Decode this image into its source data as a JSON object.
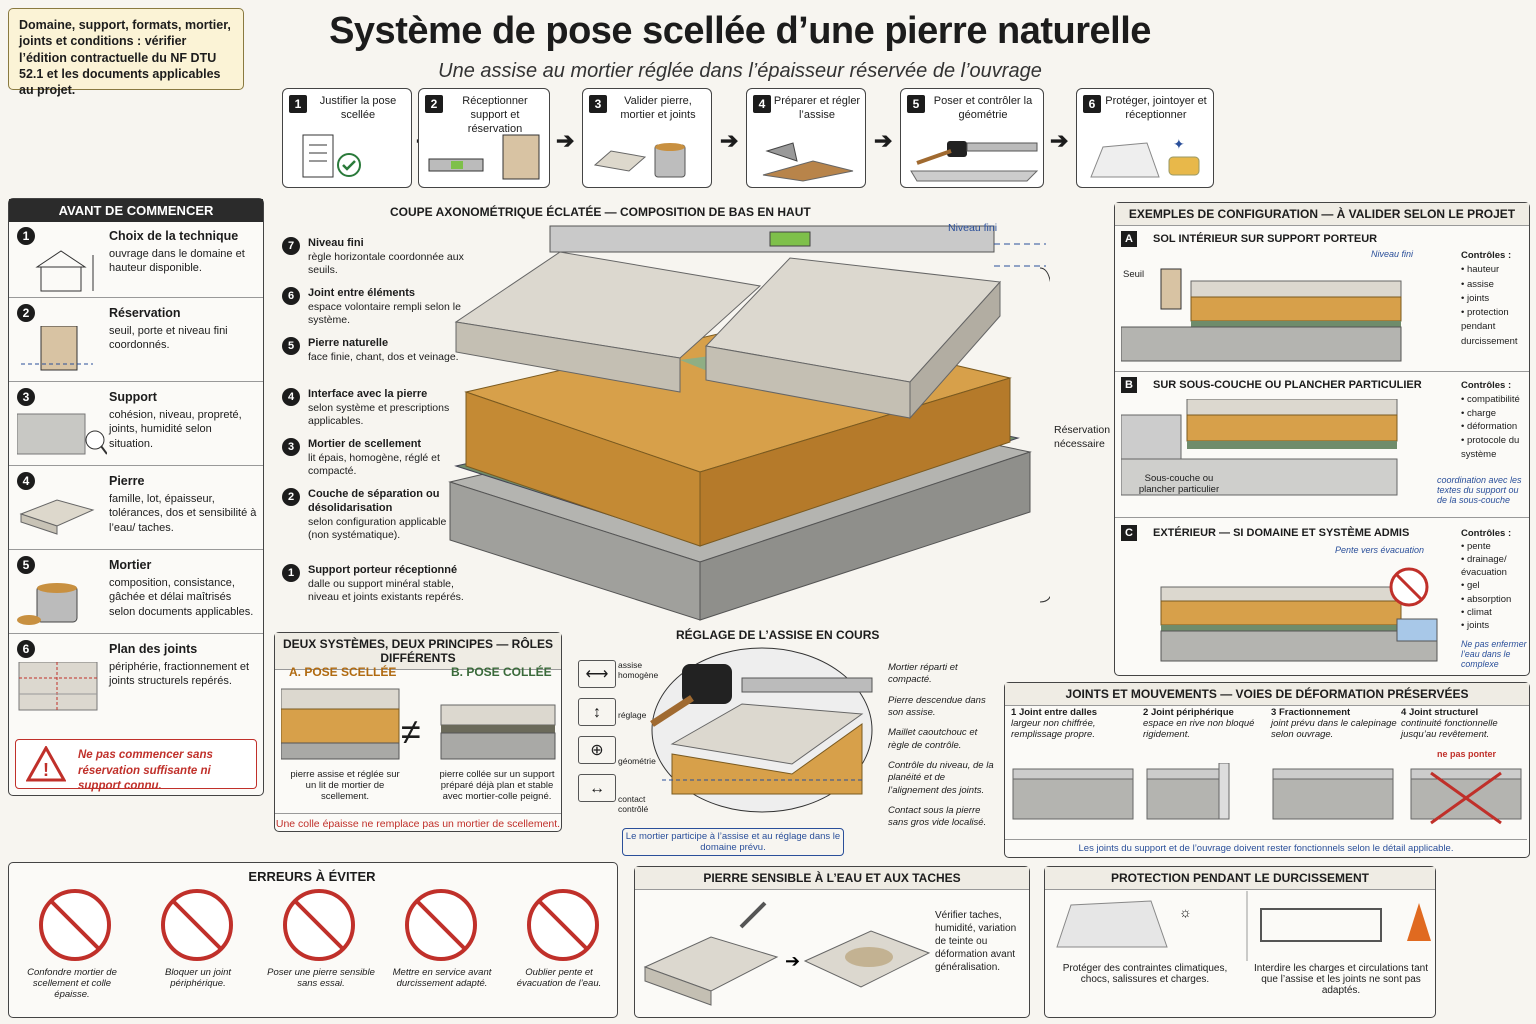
{
  "note": "Domaine, support, formats, mortier, joints et conditions : vérifier l’édition contractuelle du NF DTU 52.1 et les documents applicables au projet.",
  "title": "Système de pose scellée d’une pierre naturelle",
  "subtitle": "Une assise au mortier réglée dans l’épaisseur réservée de l’ouvrage",
  "steps": [
    {
      "n": "1",
      "label": "Justifier la pose scellée"
    },
    {
      "n": "2",
      "label": "Réceptionner support et réservation"
    },
    {
      "n": "3",
      "label": "Valider pierre, mortier et joints"
    },
    {
      "n": "4",
      "label": "Préparer et régler l’assise"
    },
    {
      "n": "5",
      "label": "Poser et contrôler la géométrie"
    },
    {
      "n": "6",
      "label": "Protéger, jointoyer et réceptionner"
    }
  ],
  "before": {
    "title": "AVANT DE COMMENCER",
    "items": [
      {
        "n": "1",
        "h": "Choix de la technique",
        "d": "ouvrage dans le domaine et hauteur disponible."
      },
      {
        "n": "2",
        "h": "Réservation",
        "d": "seuil, porte et niveau fini coordonnés."
      },
      {
        "n": "3",
        "h": "Support",
        "d": "cohésion, niveau, propreté, joints, humidité selon situation."
      },
      {
        "n": "4",
        "h": "Pierre",
        "d": "famille, lot, épaisseur, tolérances, dos et sensibilité à l’eau/ taches."
      },
      {
        "n": "5",
        "h": "Mortier",
        "d": "composition, consistance, gâchée et délai maîtrisés selon documents applicables."
      },
      {
        "n": "6",
        "h": "Plan des joints",
        "d": "périphérie, fractionnement et joints structurels repérés."
      }
    ],
    "warning": "Ne pas commencer sans réservation suffisante ni support connu."
  },
  "section": {
    "title": "COUPE AXONOMÉTRIQUE ÉCLATÉE — COMPOSITION DE BAS EN HAUT",
    "niveau": "Niveau fini",
    "reservation": "Réservation nécessaire",
    "layers": [
      {
        "n": "7",
        "h": "Niveau fini",
        "d": "règle horizontale coordonnée aux seuils."
      },
      {
        "n": "6",
        "h": "Joint entre éléments",
        "d": "espace volontaire rempli selon le système."
      },
      {
        "n": "5",
        "h": "Pierre naturelle",
        "d": "face finie, chant, dos et veinage."
      },
      {
        "n": "4",
        "h": "Interface avec la pierre",
        "d": "selon système et prescriptions applicables."
      },
      {
        "n": "3",
        "h": "Mortier de scellement",
        "d": "lit épais, homogène, réglé et compacté."
      },
      {
        "n": "2",
        "h": "Couche de séparation ou désolidarisation",
        "d": "selon configuration applicable (non systématique)."
      },
      {
        "n": "1",
        "h": "Support porteur réceptionné",
        "d": "dalle ou support minéral stable, niveau et joints existants repérés."
      }
    ]
  },
  "systems": {
    "title": "DEUX SYSTÈMES, DEUX PRINCIPES — RÔLES DIFFÉRENTS",
    "a": "A. POSE SCELLÉE",
    "b": "B. POSE COLLÉE",
    "neq": "≠",
    "a_desc": "pierre assise et réglée sur un lit de mortier de scellement.",
    "b_desc": "pierre collée sur un support préparé déjà plan et stable avec mortier-colle peigné.",
    "footer": "Une colle épaisse ne remplace pas un mortier de scellement."
  },
  "adjust": {
    "title": "RÉGLAGE DE L’ASSISE EN COURS",
    "icons": [
      "assise homogène",
      "réglage",
      "géométrie",
      "contact contrôlé"
    ],
    "notes": [
      "Mortier réparti et compacté.",
      "Pierre descendue dans son assise.",
      "Maillet caoutchouc et règle de contrôle.",
      "Contrôle du niveau, de la planéité et de l’alignement des joints.",
      "Contact sous la pierre sans gros vide localisé."
    ],
    "caption": "Le mortier participe à l’assise et au réglage dans le domaine prévu."
  },
  "configs": {
    "title": "EXEMPLES DE CONFIGURATION — À VALIDER SELON LE PROJET",
    "a": {
      "letter": "A",
      "title": "SOL INTÉRIEUR SUR SUPPORT PORTEUR",
      "seuil": "Seuil",
      "niveau": "Niveau fini",
      "ctrl_title": "Contrôles :",
      "ctrl": [
        "hauteur",
        "assise",
        "joints",
        "protection pendant durcissement"
      ]
    },
    "b": {
      "letter": "B",
      "title": "SUR SOUS-COUCHE OU PLANCHER PARTICULIER",
      "sub": "Sous-couche ou plancher particulier",
      "ctrl_title": "Contrôles :",
      "ctrl": [
        "compatibilité",
        "charge",
        "déformation",
        "protocole du système"
      ],
      "coord": "coordination avec les textes du support ou de la sous-couche"
    },
    "c": {
      "letter": "C",
      "title": "EXTÉRIEUR — SI DOMAINE ET SYSTÈME ADMIS",
      "pente": "Pente vers évacuation",
      "ctrl_title": "Contrôles :",
      "ctrl": [
        "pente",
        "drainage/ évacuation",
        "gel",
        "absorption",
        "climat",
        "joints"
      ],
      "note": "Ne pas enfermer l’eau dans le complexe"
    }
  },
  "joints": {
    "title": "JOINTS ET MOUVEMENTS — VOIES DE DÉFORMATION PRÉSERVÉES",
    "items": [
      {
        "n": "1",
        "h": "Joint entre dalles",
        "d": "largeur non chiffrée, remplissage propre."
      },
      {
        "n": "2",
        "h": "Joint périphérique",
        "d": "espace en rive non bloqué rigidement."
      },
      {
        "n": "3",
        "h": "Fractionnement",
        "d": "joint prévu dans le calepinage selon ouvrage."
      },
      {
        "n": "4",
        "h": "Joint structurel",
        "d": "continuité fonctionnelle jusqu’au revêtement."
      }
    ],
    "ne_pas": "ne pas ponter",
    "footer": "Les joints du support et de l’ouvrage doivent rester fonctionnels selon le détail applicable."
  },
  "errors": {
    "title": "ERREURS À ÉVITER",
    "items": [
      "Confondre mortier de scellement et colle épaisse.",
      "Bloquer un joint périphérique.",
      "Poser une pierre sensible sans essai.",
      "Mettre en service avant durcissement adapté.",
      "Oublier pente et évacuation de l’eau."
    ]
  },
  "pierre": {
    "title": "PIERRE SENSIBLE À L’EAU ET AUX TACHES",
    "text": "Vérifier taches, humidité, variation de teinte ou déformation avant généralisation."
  },
  "protection": {
    "title": "PROTECTION PENDANT LE DURCISSEMENT",
    "a": "Protéger des contraintes climatiques, chocs, salissures et charges.",
    "b": "Interdire les charges et circulations tant que l’assise et les joints ne sont pas adaptés."
  },
  "colors": {
    "mortar": "#d7a04a",
    "stone": "#dcd8cf",
    "concrete": "#a9a9a6",
    "green": "#6f8c6b",
    "red": "#c0302a",
    "blue": "#2a4f9a"
  }
}
